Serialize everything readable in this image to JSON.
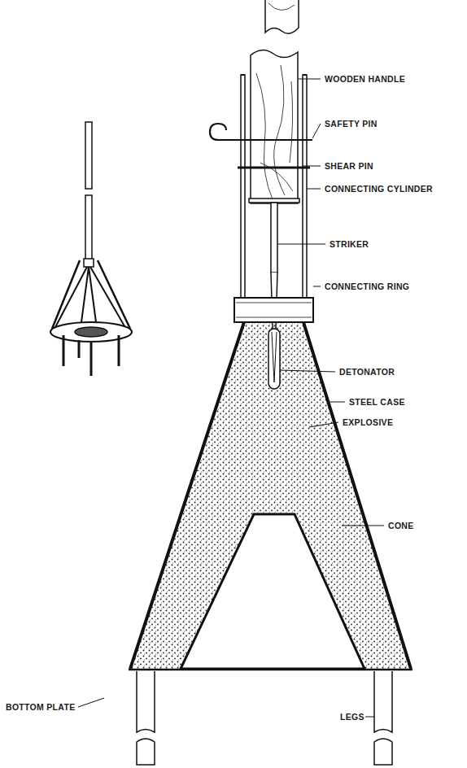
{
  "diagram": {
    "labels": [
      "WOODEN HANDLE",
      "SAFETY PIN",
      "SHEAR PIN",
      "CONNECTING CYLINDER",
      "STRIKER",
      "CONNECTING RING",
      "DETONATOR",
      "STEEL CASE",
      "EXPLOSIVE",
      "CONE",
      "BOTTOM PLATE",
      "LEGS"
    ]
  }
}
